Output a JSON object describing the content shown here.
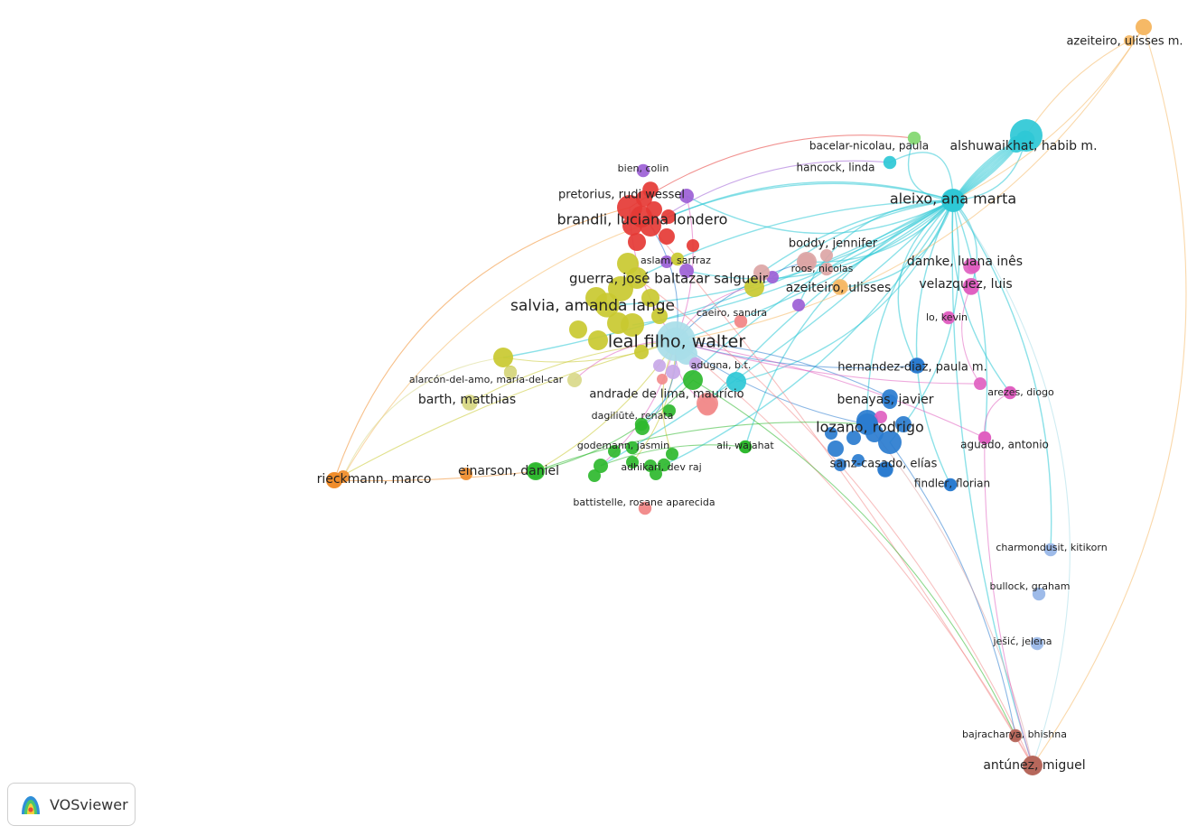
{
  "network": {
    "clusters": {
      "red": "#e53935",
      "green": "#2eb82e",
      "blue": "#2a7ccf",
      "yellow": "#c9c930",
      "purple": "#9c5fd6",
      "cyan": "#2ec8d6",
      "orange": "#f08c2a",
      "brown": "#b5665a",
      "pink": "#e060c0",
      "lightorange": "#f5b865",
      "lightgreen": "#8ad97a",
      "lightblue": "#9dbbe8",
      "lightpurple": "#c8a8e8",
      "salmon": "#f28c8c",
      "rose": "#dca5a5",
      "lightcyan": "#a8dde8",
      "paleyellow": "#d9d98a"
    },
    "nodes": [
      {
        "label": "azeiteiro, ulisses m.",
        "cluster": "lightorange",
        "weight": 3
      },
      {
        "label": "alshuwaikhat, habib m.",
        "cluster": "cyan",
        "weight": 4
      },
      {
        "label": "bacelar-nicolau, paula",
        "cluster": "lightgreen",
        "weight": 2
      },
      {
        "label": "hancock, linda",
        "cluster": "cyan",
        "weight": 2
      },
      {
        "label": "aleixo, ana marta",
        "cluster": "cyan",
        "weight": 5
      },
      {
        "label": "bien, colin",
        "cluster": "purple",
        "weight": 2
      },
      {
        "label": "pretorius, rudi wessel",
        "cluster": "red",
        "weight": 3
      },
      {
        "label": "brandli, luciana londero",
        "cluster": "red",
        "weight": 5
      },
      {
        "label": "boddy, jennifer",
        "cluster": "rose",
        "weight": 3
      },
      {
        "label": "aslam, sarfraz",
        "cluster": "yellow",
        "weight": 2
      },
      {
        "label": "damke, luana inês",
        "cluster": "pink",
        "weight": 3
      },
      {
        "label": "roos, nicolas",
        "cluster": "rose",
        "weight": 2
      },
      {
        "label": "guerra, josé baltazar salgueir",
        "cluster": "yellow",
        "weight": 5
      },
      {
        "label": "velazquez, luis",
        "cluster": "pink",
        "weight": 3
      },
      {
        "label": "azeiteiro, ulisses",
        "cluster": "lightorange",
        "weight": 3
      },
      {
        "label": "salvia, amanda lange",
        "cluster": "yellow",
        "weight": 6
      },
      {
        "label": "caeiro, sandra",
        "cluster": "salmon",
        "weight": 2
      },
      {
        "label": "lo, kevin",
        "cluster": "pink",
        "weight": 2
      },
      {
        "label": "leal filho, walter",
        "cluster": "lightcyan",
        "weight": 7
      },
      {
        "label": "adugna, b.t.",
        "cluster": "lightpurple",
        "weight": 2
      },
      {
        "label": "hernandez-diaz, paula m.",
        "cluster": "blue",
        "weight": 3
      },
      {
        "label": "alarcón-del-amo, maría-del-car",
        "cluster": "paleyellow",
        "weight": 2
      },
      {
        "label": "andrade de lima, maurício",
        "cluster": "salmon",
        "weight": 4
      },
      {
        "label": "arezes, diogo",
        "cluster": "pink",
        "weight": 2
      },
      {
        "label": "barth, matthias",
        "cluster": "paleyellow",
        "weight": 3
      },
      {
        "label": "benayas, javier",
        "cluster": "blue",
        "weight": 3
      },
      {
        "label": "dagiliūtė, renata",
        "cluster": "green",
        "weight": 2
      },
      {
        "label": "lozano, rodrigo",
        "cluster": "blue",
        "weight": 5
      },
      {
        "label": "godemann, jasmin",
        "cluster": "green",
        "weight": 2
      },
      {
        "label": "ali, wajahat",
        "cluster": "green",
        "weight": 2
      },
      {
        "label": "aguado, antonio",
        "cluster": "pink",
        "weight": 2
      },
      {
        "label": "rieckmann, marco",
        "cluster": "orange",
        "weight": 3
      },
      {
        "label": "einarson, daniel",
        "cluster": "green",
        "weight": 3
      },
      {
        "label": "adhikari, dev raj",
        "cluster": "green",
        "weight": 2
      },
      {
        "label": "sanz-casado, elías",
        "cluster": "blue",
        "weight": 3
      },
      {
        "label": "findler, florian",
        "cluster": "blue",
        "weight": 2
      },
      {
        "label": "battistelle, rosane aparecida",
        "cluster": "salmon",
        "weight": 2
      },
      {
        "label": "charmondusit, kitikorn",
        "cluster": "lightblue",
        "weight": 2
      },
      {
        "label": "bullock, graham",
        "cluster": "lightblue",
        "weight": 2
      },
      {
        "label": "ješić, jelena",
        "cluster": "lightblue",
        "weight": 2
      },
      {
        "label": "bajracharya, bhishna",
        "cluster": "brown",
        "weight": 2
      },
      {
        "label": "antúnez, miguel",
        "cluster": "brown",
        "weight": 4
      }
    ]
  },
  "brand": {
    "name": "VOSviewer"
  }
}
